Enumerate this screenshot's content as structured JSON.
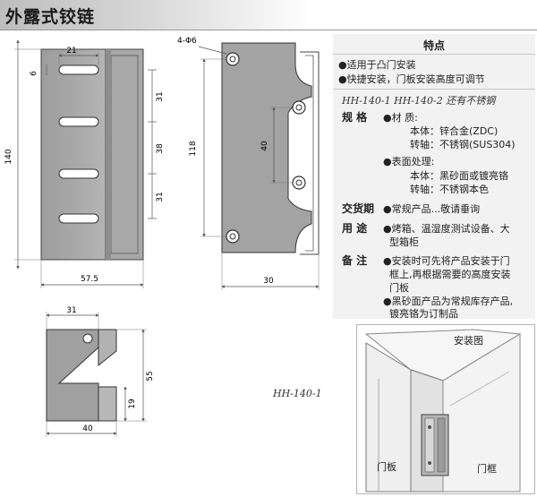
{
  "header": {
    "title": "外露式铰链"
  },
  "drawing": {
    "front": {
      "width_dim": "21",
      "top_dim": "6",
      "spacing1": "31",
      "spacing2": "38",
      "spacing3": "31",
      "height_dim": "140",
      "base_dim": "57.5"
    },
    "side": {
      "holes": "4-Φ6",
      "height_dim": "118",
      "hole_spacing": "40",
      "base_dim": "30"
    },
    "bottom": {
      "top_dim": "31",
      "height_dim": "55",
      "notch_dim": "19",
      "base_dim": "40"
    },
    "caption": "HH-140-1"
  },
  "features": {
    "title": "特点",
    "bullets": [
      "●适用于凸门安装",
      "●快捷安装，门板安装高度可调节"
    ],
    "model_line": "HH-140-1  HH-140-2 还有不锈钢",
    "spec_label": "规  格",
    "material_label": "●材    质:",
    "material_body": "本体：锌合金(ZDC)",
    "material_shaft": "转轴：不锈钢(SUS304)",
    "surface_label": "●表面处理:",
    "surface_body": "本体：黑砂面或镀亮铬",
    "surface_shaft": "转轴：不锈钢本色",
    "delivery_label": "交货期",
    "delivery_text": "●常规产品...敬请垂询",
    "usage_label": "用  途",
    "usage_line1": "●烤箱、温湿度测试设备、大",
    "usage_line2": "型箱柜",
    "note_label": "备  注",
    "note_line1": "●安装时可先将产品安装于门",
    "note_line2": "框上,再根据需要的高度安装",
    "note_line3": "门板",
    "note_line4": "●黑砂面产品为常规库存产品,",
    "note_line5": "镀亮铬为订制品"
  },
  "install": {
    "title": "安装图",
    "door_panel": "门板",
    "door_frame": "门框"
  }
}
